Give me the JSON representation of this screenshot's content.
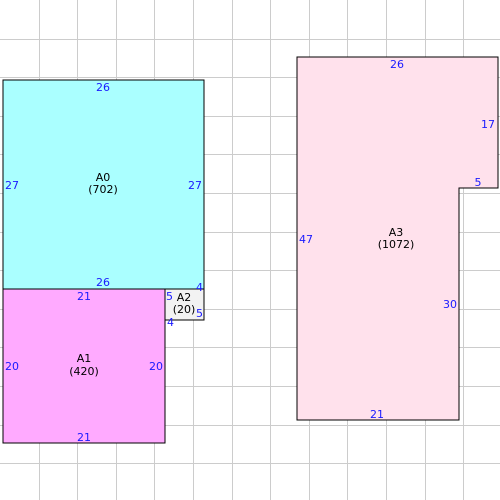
{
  "colors": {
    "grid": "#cccccc",
    "outline": "#000000",
    "dimension_text": "#1a1aff",
    "label_text": "#000000",
    "A0": "#aaffff",
    "A1": "#ffaaff",
    "A2": "#f2f2f2",
    "A3": "#ffe1ec"
  },
  "areas": [
    {
      "id": "A0",
      "name": "A0",
      "value": "(702)",
      "dimensions": {
        "top": "26",
        "left": "27",
        "right": "27",
        "bottom": "26"
      }
    },
    {
      "id": "A1",
      "name": "A1",
      "value": "(420)",
      "dimensions": {
        "top": "21",
        "left": "20",
        "right": "20",
        "bottom": "21"
      }
    },
    {
      "id": "A2",
      "name": "A2",
      "value": "(20)",
      "dimensions": {
        "left": "5",
        "top": "4",
        "right": "5",
        "bottom": "4"
      }
    },
    {
      "id": "A3",
      "name": "A3",
      "value": "(1072)",
      "dimensions": {
        "top": "26",
        "right_upper": "17",
        "step": "5",
        "right_lower": "30",
        "left": "47",
        "bottom": "21"
      }
    }
  ]
}
